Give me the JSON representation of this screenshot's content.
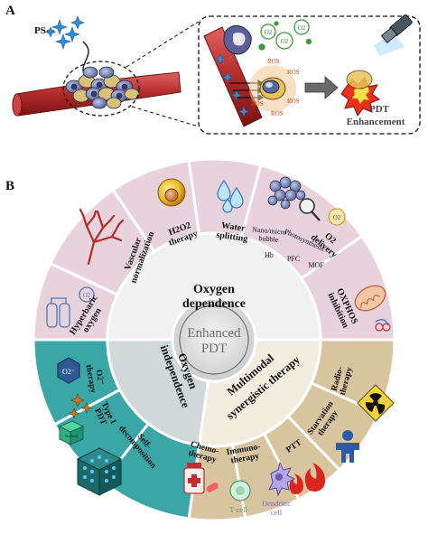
{
  "panel_a": {
    "label": "A",
    "ps_label": "PS",
    "o2_label": "O2",
    "ros_label": "ROS",
    "pdt_line1": "PDT",
    "pdt_line2": "Enhancement"
  },
  "panel_b": {
    "label": "B",
    "center_line1": "Enhanced",
    "center_line2": "PDT",
    "categories": {
      "oxygen_dependence_line1": "Oxygen",
      "oxygen_dependence_line2": "dependence",
      "oxygen_independence_line1": "Oxygen",
      "oxygen_independence_line2": "independence",
      "multimodal_line1": "Multimodal",
      "multimodal_line2": "synergistic therapy"
    },
    "top_sectors": {
      "hyperbaric_line1": "Hyperbaric",
      "hyperbaric_line2": "oxygen",
      "vascular_line1": "Vascular",
      "vascular_line2": "normalization",
      "h2o2_line1": "H2O2",
      "h2o2_line2": "therapy",
      "water_line1": "Water",
      "water_line2": "splitting",
      "o2_line1": "O2",
      "o2_line2": "delivery",
      "nano_line1": "Nano/micro",
      "nano_line2": "bubble",
      "photosynthesis": "Photosynthesis",
      "hb": "Hb",
      "pfc": "PFC",
      "mof": "MOF",
      "oxphos_line1": "OXPHOS",
      "oxphos_line2": "inhibition"
    },
    "left_sectors": {
      "o2_therapy_line1": "O2⁻",
      "o2_therapy_line2": "therapy",
      "type1_line1": "Type I",
      "type1_line2": "PDT",
      "self_line1": "Self-",
      "self_line2": "decomposition",
      "hexagon_label": "O2⁻",
      "cube_label": "Radical"
    },
    "right_sectors": {
      "radio_line1": "Radio-",
      "radio_line2": "therapy",
      "starvation_line1": "Starvation",
      "starvation_line2": "therapy",
      "ptt": "PTT",
      "immuno_line1": "Immuno-",
      "immuno_line2": "therapy",
      "chemo_line1": "Chemo-",
      "chemo_line2": "therapy",
      "t_cell": "T cell",
      "dendritic_line1": "Dendritic",
      "dendritic_line2": "cell"
    }
  }
}
